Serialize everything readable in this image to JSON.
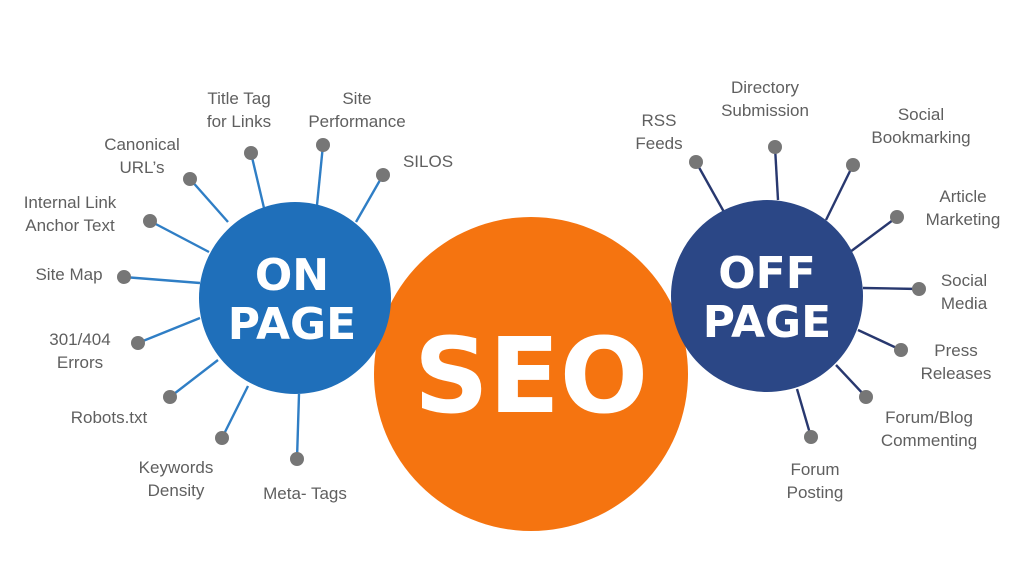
{
  "center": {
    "label": "SEO",
    "color": "#f57410"
  },
  "on_page": {
    "line1": "ON",
    "line2": "PAGE",
    "color": "#1f6fba",
    "spoke_color": "#2f7ec5",
    "items": [
      {
        "lines": [
          "Title Tag",
          "for Links"
        ]
      },
      {
        "lines": [
          "Site",
          "Performance"
        ]
      },
      {
        "lines": [
          "SILOS"
        ]
      },
      {
        "lines": [
          "Canonical",
          "URL’s"
        ]
      },
      {
        "lines": [
          "Internal Link",
          "Anchor Text"
        ]
      },
      {
        "lines": [
          "Site Map"
        ]
      },
      {
        "lines": [
          "301/404",
          "Errors"
        ]
      },
      {
        "lines": [
          "Robots.txt"
        ]
      },
      {
        "lines": [
          "Keywords",
          "Density"
        ]
      },
      {
        "lines": [
          "Meta- Tags"
        ]
      }
    ]
  },
  "off_page": {
    "line1": "OFF",
    "line2": "PAGE",
    "color": "#2b4786",
    "spoke_color": "#28386f",
    "items": [
      {
        "lines": [
          "RSS",
          "Feeds"
        ]
      },
      {
        "lines": [
          "Directory",
          "Submission"
        ]
      },
      {
        "lines": [
          "Social",
          "Bookmarking"
        ]
      },
      {
        "lines": [
          "Article",
          "Marketing"
        ]
      },
      {
        "lines": [
          "Social",
          "Media"
        ]
      },
      {
        "lines": [
          "Press",
          "Releases"
        ]
      },
      {
        "lines": [
          "Forum/Blog",
          "Commenting"
        ]
      },
      {
        "lines": [
          "Forum",
          "Posting"
        ]
      }
    ]
  },
  "dot_color": "#767676"
}
